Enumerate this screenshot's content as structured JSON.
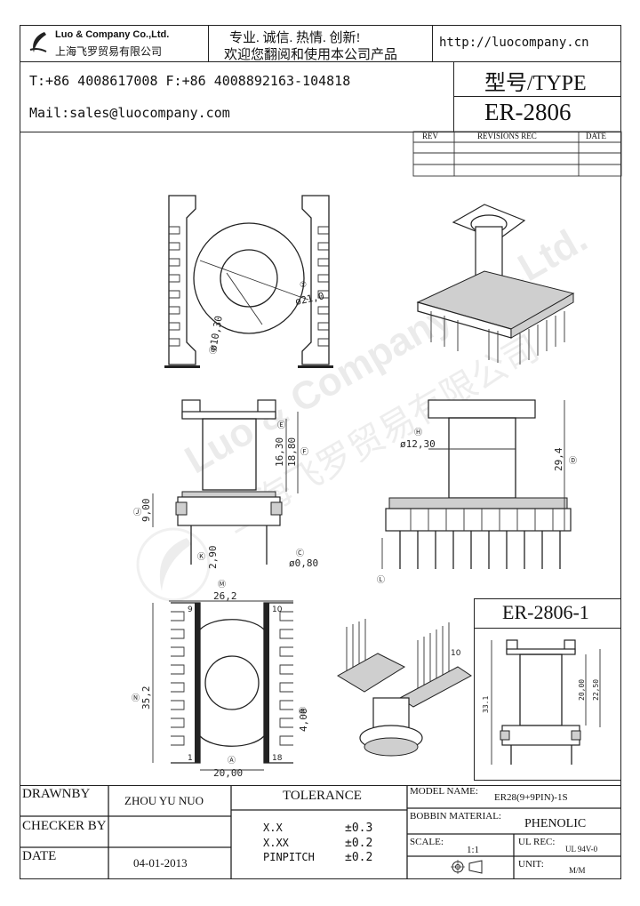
{
  "header": {
    "company_en": "Luo & Company Co.,Ltd.",
    "company_cn": "上海飞罗贸易有限公司",
    "slogan_line1": "专业. 诚信.  热情.  创新!",
    "slogan_line2": "欢迎您翻阅和使用本公司产品",
    "url": "http://luocompany.cn",
    "phone_fax": "T:+86 4008617008 F:+86 4008892163-104818",
    "mail": "Mail:sales@luocompany.com",
    "type_label": "型号/TYPE",
    "model": "ER-2806"
  },
  "revisions": {
    "columns": [
      "REV",
      "REVISIONS REC",
      "DATE"
    ],
    "rows": [
      [
        "",
        "",
        ""
      ],
      [
        "",
        "",
        ""
      ],
      [
        "",
        "",
        ""
      ]
    ]
  },
  "drawing": {
    "top_view": {
      "dia_outer": "ø21,0",
      "dia_inner": "ø10,30",
      "marker_f": "①",
      "marker_g": "Ⓖ"
    },
    "side_view": {
      "dim_1630": "16,30",
      "dim_1880": "18,80",
      "dim_900": "9,00",
      "dim_290": "2,90",
      "dim_080": "ø0,80",
      "marker_e": "Ⓔ",
      "marker_f2": "Ⓕ",
      "marker_j": "Ⓙ",
      "marker_k": "Ⓚ",
      "marker_c": "Ⓒ"
    },
    "front_view": {
      "dim_1230": "ø12,30",
      "dim_294": "29,4",
      "marker_h": "Ⓗ",
      "marker_d": "Ⓓ",
      "marker_l": "Ⓛ"
    },
    "bottom_view": {
      "dim_262": "26,2",
      "dim_352": "35,2",
      "dim_400": "4,00",
      "dim_2000": "20,00",
      "marker_m": "Ⓜ",
      "marker_n": "Ⓝ",
      "marker_b": "Ⓑ",
      "marker_a": "Ⓐ",
      "pin_9": "9",
      "pin_10": "10",
      "pin_1": "1",
      "pin_18": "18"
    },
    "variant": {
      "title": "ER-2806-1",
      "dim_2000": "20,00",
      "dim_2250": "22,50",
      "dim_331": "33.1"
    },
    "iso_label_10": "10"
  },
  "watermark": {
    "en": "Luo & Company Co.,Ltd.",
    "cn": "上海飞罗贸易有限公司"
  },
  "title_block": {
    "drawnby_label": "DRAWNBY",
    "drawnby_value": "ZHOU YU NUO",
    "checker_label": "CHECKER BY",
    "checker_value": "",
    "date_label": "DATE",
    "date_value": "04-01-2013",
    "tolerance_label": "TOLERANCE",
    "tol_rows": [
      {
        "k": "X.X",
        "v": "±0.3"
      },
      {
        "k": "X.XX",
        "v": "±0.2"
      },
      {
        "k": "PINPITCH",
        "v": "±0.2"
      }
    ],
    "model_name_label": "MODEL NAME:",
    "model_name_value": "ER28(9+9PIN)-1S",
    "bobbin_label": "BOBBIN MATERIAL:",
    "bobbin_value": "PHENOLIC",
    "scale_label": "SCALE:",
    "scale_value": "1:1",
    "ulrec_label": "UL REC:",
    "ulrec_value": "UL 94V-0",
    "unit_label": "UNIT:",
    "unit_value": "M/M"
  }
}
